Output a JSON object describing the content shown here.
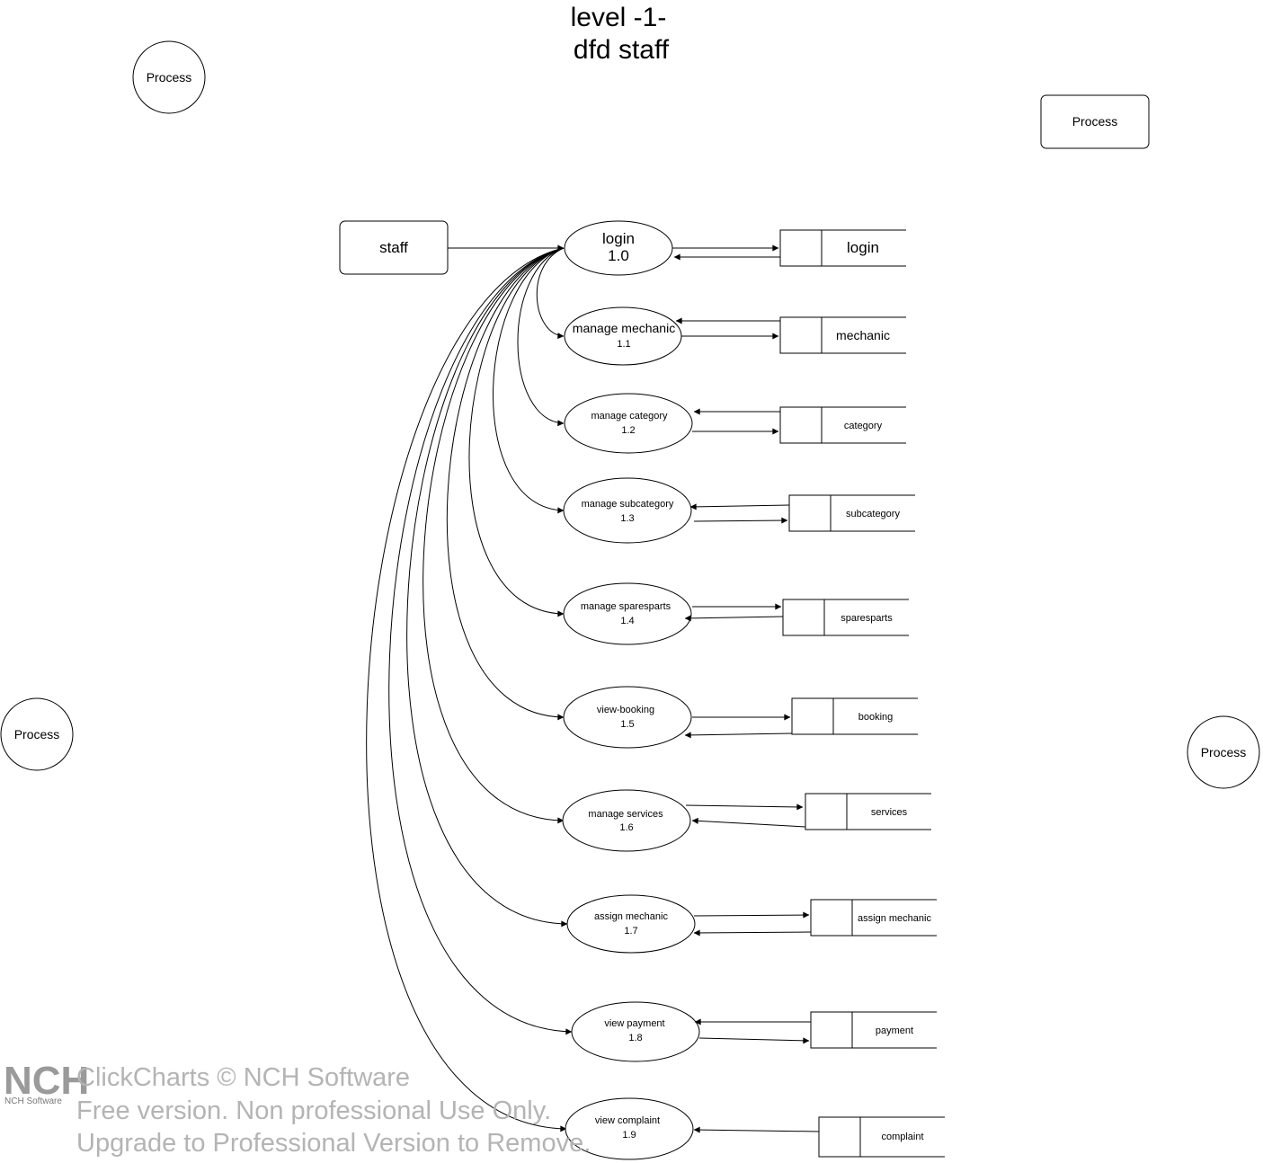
{
  "title": {
    "line1": "level -1-",
    "line2": "dfd staff"
  },
  "corner_processes": [
    {
      "label": "Process"
    },
    {
      "label": "Process"
    },
    {
      "label": "Process"
    },
    {
      "label": "Process"
    }
  ],
  "external_entity": {
    "label": "staff"
  },
  "processes": [
    {
      "name": "login",
      "number": "1.0"
    },
    {
      "name": "manage mechanic",
      "number": "1.1"
    },
    {
      "name": "manage category",
      "number": "1.2"
    },
    {
      "name": "manage subcategory",
      "number": "1.3"
    },
    {
      "name": "manage sparesparts",
      "number": "1.4"
    },
    {
      "name": "view-booking",
      "number": "1.5"
    },
    {
      "name": "manage services",
      "number": "1.6"
    },
    {
      "name": "assign mechanic",
      "number": "1.7"
    },
    {
      "name": "view payment",
      "number": "1.8"
    },
    {
      "name": "view complaint",
      "number": "1.9"
    }
  ],
  "data_stores": [
    {
      "label": "login"
    },
    {
      "label": "mechanic"
    },
    {
      "label": "category"
    },
    {
      "label": "subcategory"
    },
    {
      "label": "sparesparts"
    },
    {
      "label": "booking"
    },
    {
      "label": "services"
    },
    {
      "label": "assign mechanic"
    },
    {
      "label": "payment"
    },
    {
      "label": "complaint"
    }
  ],
  "watermark": {
    "logo": "NCH",
    "company": "NCH Software",
    "line1": "ClickCharts © NCH Software",
    "line2": "Free version. Non professional Use Only.",
    "line3": "Upgrade to Professional Version to Remove."
  }
}
